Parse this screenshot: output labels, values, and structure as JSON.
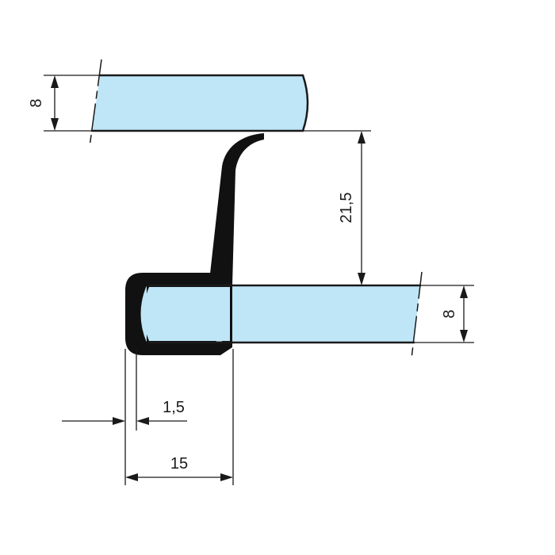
{
  "colors": {
    "glass": "#bfe6f7",
    "profile": "#111111",
    "line": "#1a1a1a"
  },
  "dimensions": {
    "top_glass_thickness": "8",
    "gap_height": "21,5",
    "bottom_glass_thickness": "8",
    "profile_wall": "1,5",
    "profile_depth": "15"
  }
}
